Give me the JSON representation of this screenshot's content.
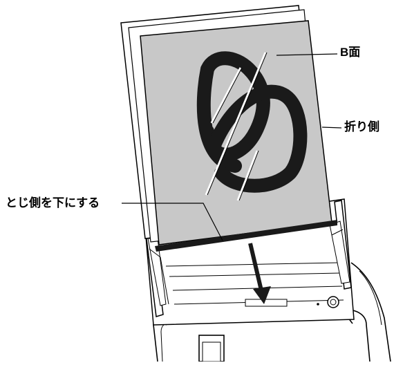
{
  "labels": {
    "b_side": "B面",
    "fold_side": "折り側",
    "binding_side_down": "とじ側を下にする"
  },
  "colors": {
    "paper_fill": "#c8c8c8",
    "ink": "#000000",
    "background": "#ffffff",
    "symbol": "#1a1a1a",
    "scanner_body": "#ffffff"
  }
}
